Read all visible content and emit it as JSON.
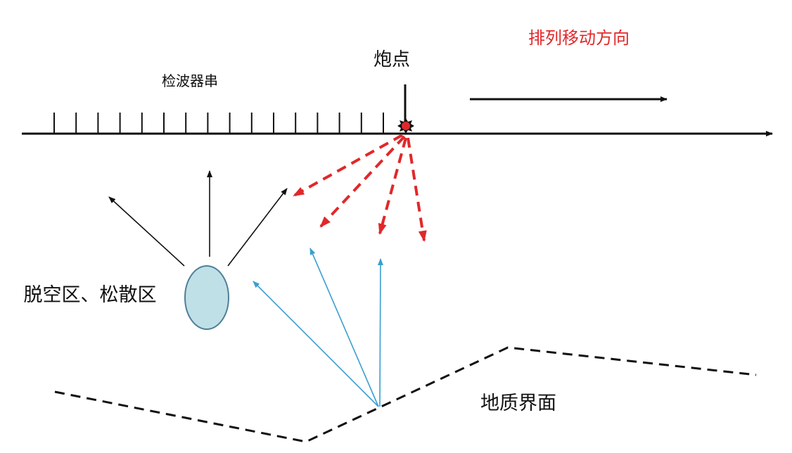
{
  "labels": {
    "geophone_string": "检波器串",
    "shot_point": "炮点",
    "move_direction": "排列移动方向",
    "void_zone": "脱空区、松散区",
    "geological_interface": "地质界面"
  },
  "colors": {
    "line": "#111111",
    "direct_wave": "#e0282a",
    "reflected_wave": "#3a9ed0",
    "void_fill": "#bfe0e6",
    "void_stroke": "#4f7f9a",
    "direction_text": "#e0282a"
  },
  "geophone_count": 16
}
